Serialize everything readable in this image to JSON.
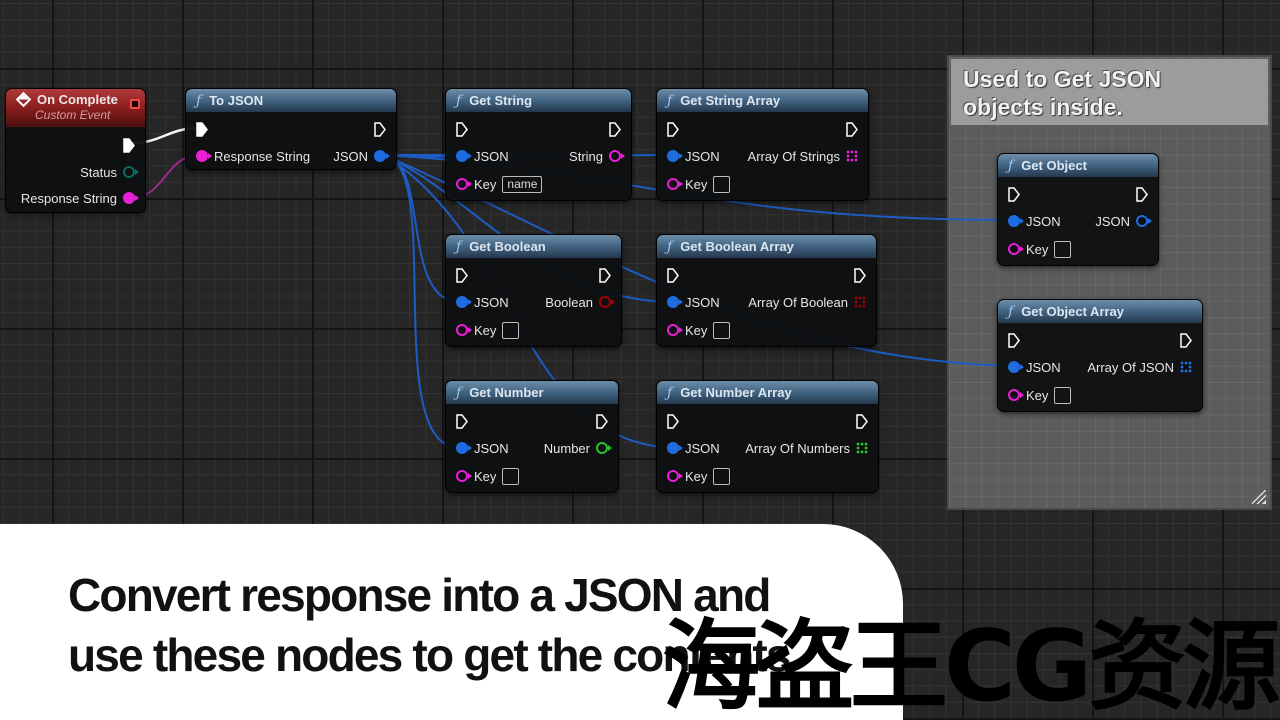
{
  "comment": {
    "text_line1": "Used to Get JSON",
    "text_line2": "objects inside."
  },
  "nodes": {
    "on_complete": {
      "title": "On Complete",
      "subtitle": "Custom Event",
      "outputs": [
        "Status",
        "Response String"
      ]
    },
    "to_json": {
      "title": "To JSON",
      "input": "Response String",
      "output": "JSON"
    },
    "get_string": {
      "title": "Get String",
      "input": "JSON",
      "key_label": "Key",
      "key_value": "name",
      "output": "String"
    },
    "get_string_array": {
      "title": "Get String Array",
      "input": "JSON",
      "key_label": "Key",
      "output": "Array Of Strings"
    },
    "get_boolean": {
      "title": "Get Boolean",
      "input": "JSON",
      "key_label": "Key",
      "output": "Boolean"
    },
    "get_boolean_array": {
      "title": "Get Boolean Array",
      "input": "JSON",
      "key_label": "Key",
      "output": "Array Of Boolean"
    },
    "get_number": {
      "title": "Get Number",
      "input": "JSON",
      "key_label": "Key",
      "output": "Number"
    },
    "get_number_array": {
      "title": "Get Number Array",
      "input": "JSON",
      "key_label": "Key",
      "output": "Array Of Numbers"
    },
    "get_object": {
      "title": "Get Object",
      "input": "JSON",
      "key_label": "Key",
      "output": "JSON"
    },
    "get_object_array": {
      "title": "Get Object Array",
      "input": "JSON",
      "key_label": "Key",
      "output": "Array Of JSON"
    }
  },
  "icons": {
    "function": "ƒ",
    "event": "diamond-icon",
    "exec_pin": "exec-arrow-icon",
    "array_pin": "array-grid-icon"
  },
  "pin_colors": {
    "json": "#1f6be0",
    "string": "#e81fd6",
    "boolean": "#a00000",
    "number": "#2bc32b",
    "status": "#0f6b60",
    "exec_wire": "#ffffff",
    "string_wire": "#b0309a",
    "json_wire": "#1f5fc8"
  },
  "caption": {
    "line1": "Convert response into a JSON and",
    "line2": "use these nodes to get the contents"
  },
  "watermark": "海盗王CG资源"
}
